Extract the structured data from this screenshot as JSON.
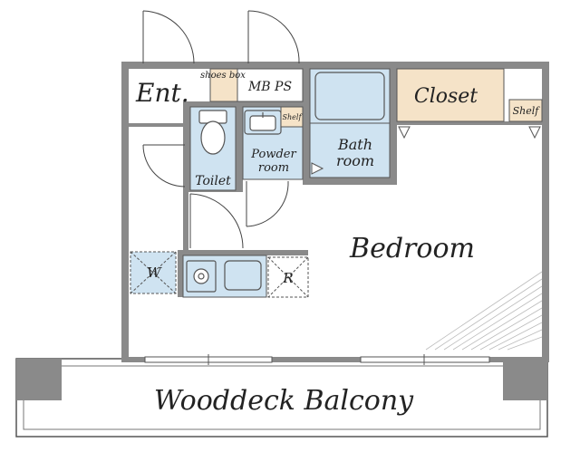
{
  "rooms": {
    "entrance": "Ent.",
    "shoes_box": "shoes box",
    "mb_ps": "MB PS",
    "closet": "Closet",
    "shelf_closet": "Shelf",
    "shelf_powder": "Shelf",
    "toilet": "Toilet",
    "powder_line1": "Powder",
    "powder_line2": "room",
    "bath_line1": "Bath",
    "bath_line2": "room",
    "washer": "W",
    "refrigerator": "R",
    "bedroom": "Bedroom",
    "balcony": "Wooddeck Balcony"
  },
  "colors": {
    "wall": "#8a8a8a",
    "wet_area": "#cfe3f1",
    "closet": "#f5e3c8",
    "line": "#444444"
  }
}
